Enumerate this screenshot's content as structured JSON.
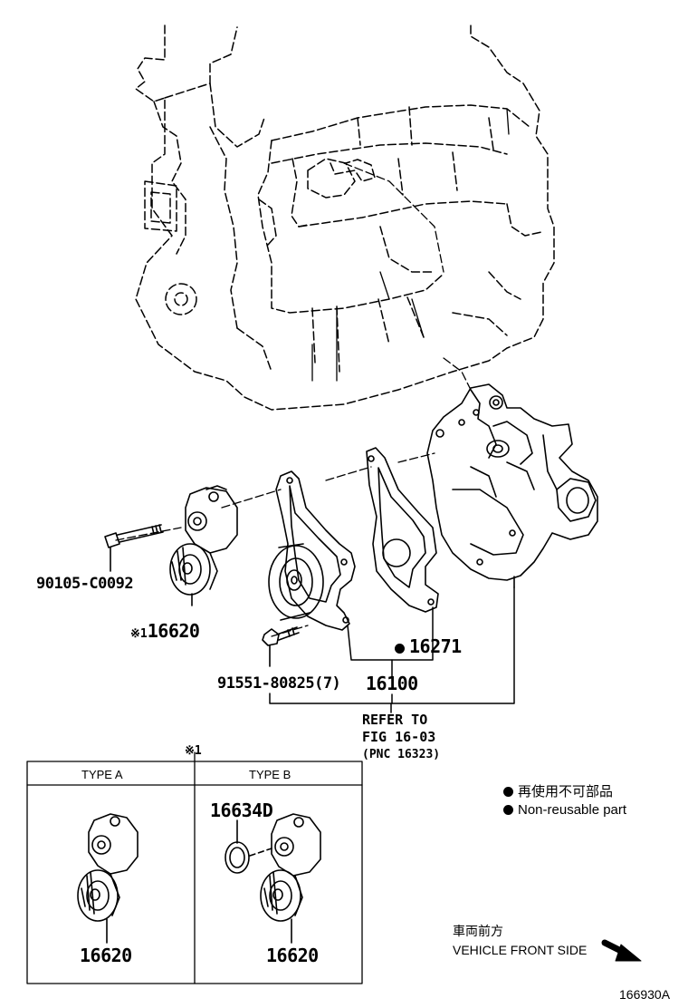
{
  "parts": {
    "bolt_90105": "90105-C0092",
    "tensioner_note_mark": "※1",
    "tensioner": "16620",
    "gasket_16271": "16271",
    "bolt_91551": "91551-80825(7)",
    "water_pump_assy": "16100",
    "refer_line1": "REFER TO",
    "refer_line2": "FIG 16-03",
    "refer_line3": "(PNC 16323)"
  },
  "type_table": {
    "note_mark": "※1",
    "type_a_header": "TYPE A",
    "type_b_header": "TYPE B",
    "type_a_part": "16620",
    "type_b_part": "16620",
    "type_b_seal": "16634D"
  },
  "legend": {
    "jp": "再使用不可部品",
    "en": "Non-reusable part"
  },
  "direction": {
    "jp": "車両前方",
    "en": "VEHICLE FRONT SIDE"
  },
  "figure_id": "166930A",
  "colors": {
    "line": "#000000",
    "background": "#ffffff"
  }
}
